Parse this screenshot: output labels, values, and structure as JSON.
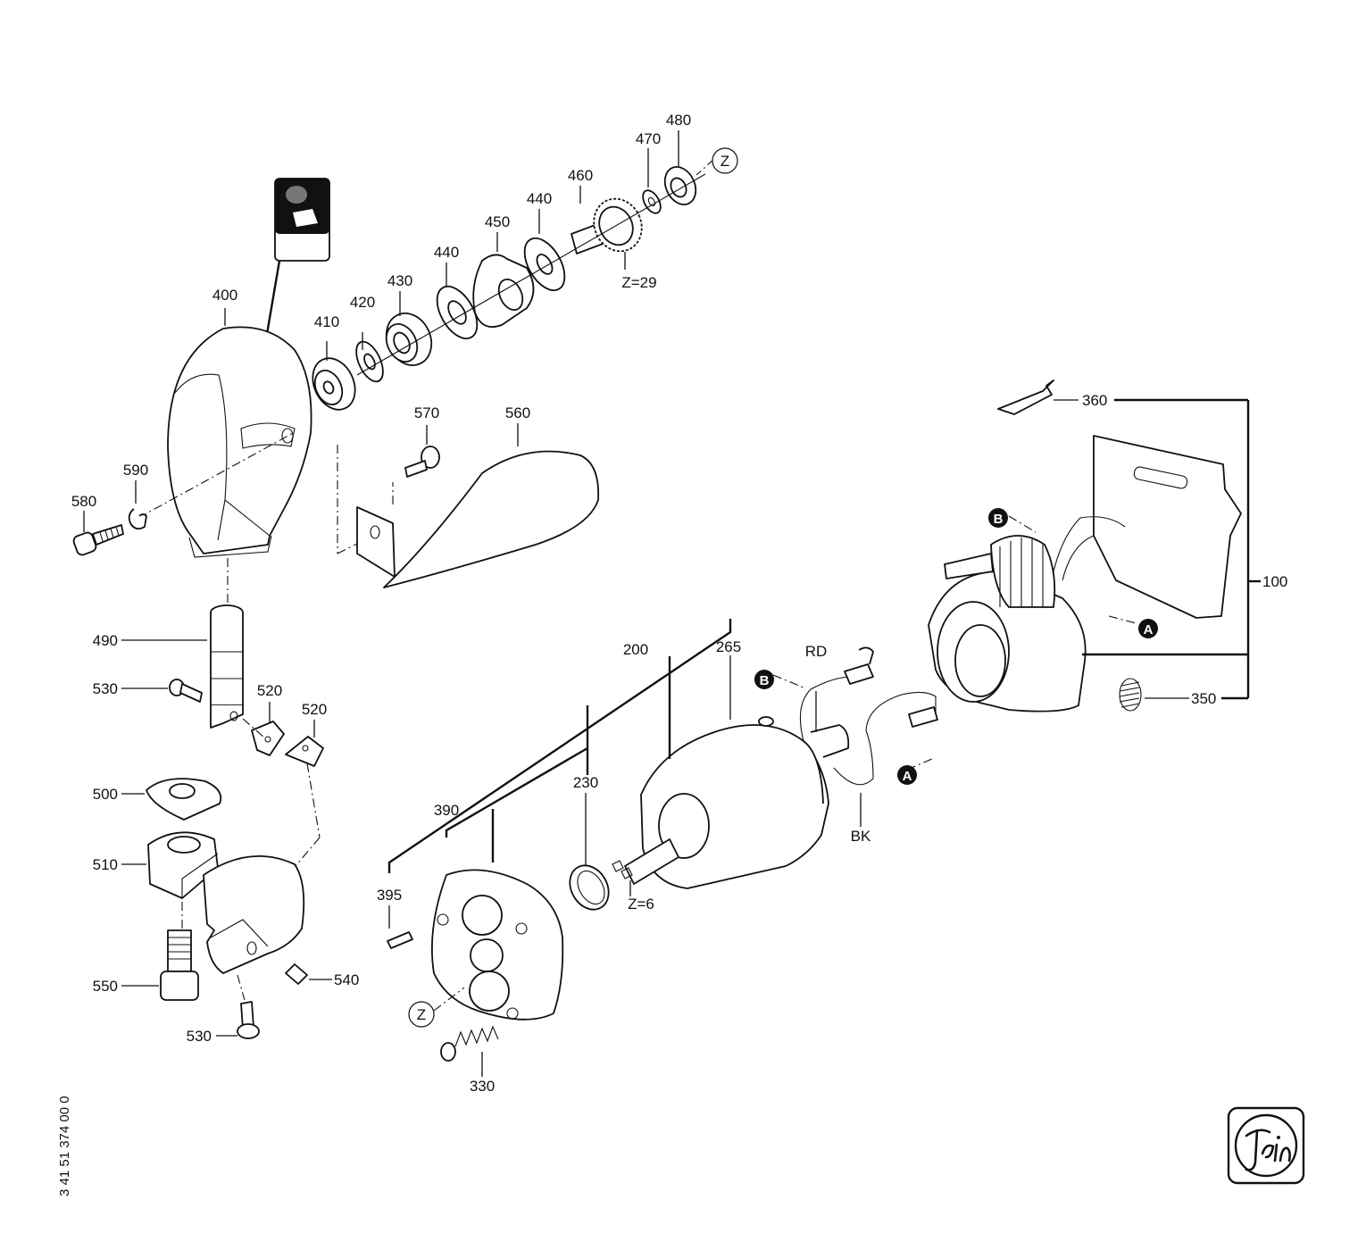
{
  "document_number": "3 41 51 374 00 0",
  "brand": "fein",
  "parts": {
    "p100": "100",
    "p200": "200",
    "p230": "230",
    "p265": "265",
    "p330": "330",
    "p350": "350",
    "p360": "360",
    "p390": "390",
    "p395": "395",
    "p400": "400",
    "p410": "410",
    "p420": "420",
    "p430": "430",
    "p440a": "440",
    "p440b": "440",
    "p450": "450",
    "p460": "460",
    "p470": "470",
    "p480": "480",
    "p490": "490",
    "p500": "500",
    "p510": "510",
    "p520a": "520",
    "p520b": "520",
    "p530a": "530",
    "p530b": "530",
    "p540": "540",
    "p550": "550",
    "p560": "560",
    "p570": "570",
    "p580": "580",
    "p590": "590"
  },
  "annotations": {
    "teeth_gear": "Z=29",
    "teeth_pinion": "Z=6",
    "wire_red": "RD",
    "wire_black": "BK",
    "ref_z_top": "Z",
    "ref_z_bottom": "Z",
    "ref_a_1": "A",
    "ref_a_2": "A",
    "ref_b_1": "B",
    "ref_b_2": "B"
  }
}
